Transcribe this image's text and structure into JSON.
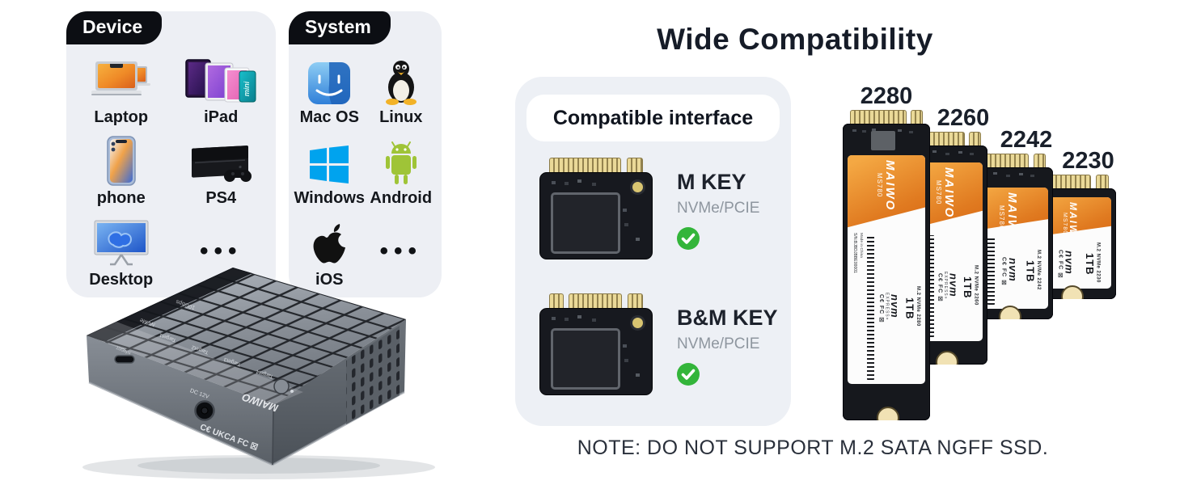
{
  "title": "Wide Compatibility",
  "note": "NOTE: DO NOT SUPPORT M.2 SATA NGFF SSD.",
  "device_panel": {
    "tab": "Device",
    "items": [
      {
        "label": "Laptop"
      },
      {
        "label": "iPad"
      },
      {
        "label": "phone"
      },
      {
        "label": "PS4"
      },
      {
        "label": "Desktop"
      },
      {
        "label": "•••"
      }
    ]
  },
  "system_panel": {
    "tab": "System",
    "items": [
      {
        "label": "Mac OS"
      },
      {
        "label": "Linux"
      },
      {
        "label": "Windows"
      },
      {
        "label": "Android"
      },
      {
        "label": "iOS"
      },
      {
        "label": "•••"
      }
    ]
  },
  "interface_panel": {
    "header": "Compatible interface",
    "rows": [
      {
        "key": "M KEY",
        "bus": "NVMe/PCIE"
      },
      {
        "key": "B&M KEY",
        "bus": "NVMe/PCIE"
      }
    ]
  },
  "ssd_common": {
    "brand": "MAIWO",
    "model": "MS780",
    "nvm_logo": "nvm",
    "nvm_sub": "EXPRESS»",
    "cert": "C€ FC ☒",
    "serial": "S/N:BJBDJBBE00001",
    "made": "Made in China",
    "capacity": "1TB"
  },
  "ssds": [
    {
      "size": "2280",
      "model_line": "M.2 NVMe 2280"
    },
    {
      "size": "2260",
      "model_line": "M.2 NVMe 2260"
    },
    {
      "size": "2242",
      "model_line": "M.2 NVMe 2242"
    },
    {
      "size": "2230",
      "model_line": "M.2 NVMe 2230"
    }
  ],
  "enclosure": {
    "brand": "MAIWO",
    "dc_label": "DC 12V",
    "usb_label": "10Gbps",
    "badge1": "10Gbps",
    "badge2": "NVMe",
    "cert": "C€ UKCA FC ☒",
    "top_labels": [
      "Target1",
      "Target2",
      "Target3",
      "Target4"
    ]
  },
  "colors": {
    "panel_bg": "#edeff4",
    "tab_bg": "#0c0e13",
    "accent_orange": "#e8791f",
    "gold": "#e7d6a2",
    "check_green": "#33b53a",
    "ink": "#161c28",
    "muted": "#8e969f"
  }
}
